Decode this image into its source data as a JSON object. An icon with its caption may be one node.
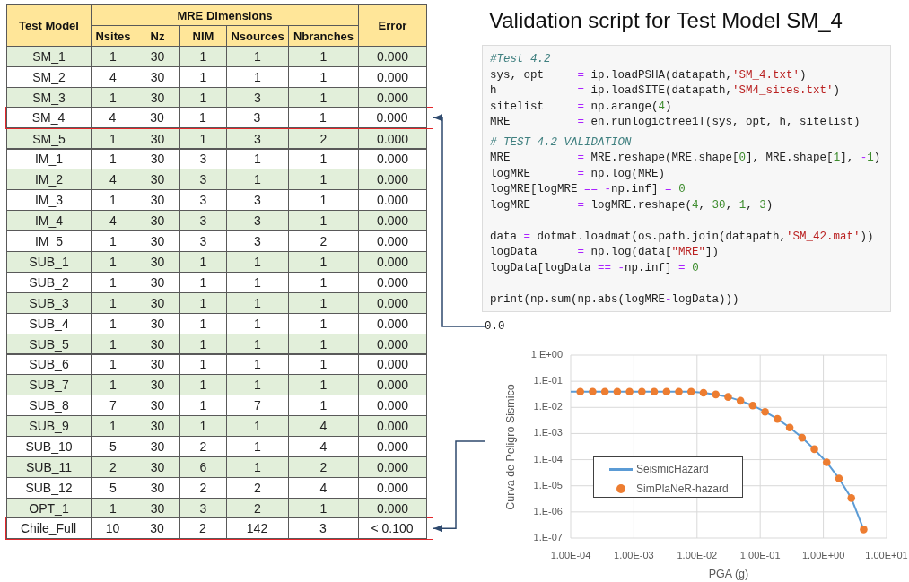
{
  "diagram": {
    "title": "Validation script for Test Model SM_4",
    "nodes": [
      {
        "text": [
          "SM_4",
          "4",
          "30",
          "1",
          "3",
          "1",
          "0.000"
        ]
      },
      {
        "text": [
          "Chile_Full",
          "10",
          "30",
          "2",
          "142",
          "3",
          "< 0.100"
        ]
      },
      {
        "text": [
          "#Test 4.2",
          "sys, opt     = ip.loadPSHA(datapath,'SM_4.txt')",
          "h            = ip.loadSITE(datapath,'SM4_sites.txt')",
          "sitelist     = np.arange(4)",
          "MRE          = en.runlogictree1T(sys, opt, h, sitelist)",
          "# TEST 4.2 VALIDATION",
          "MRE          = MRE.reshape(MRE.shape[0], MRE.shape[1], -1)",
          "logMRE       = np.log(MRE)",
          "logMRE[logMRE == -np.inf] = 0",
          "logMRE       = logMRE.reshape(4, 30, 1, 3)",
          "data = dotmat.loadmat(os.path.join(datapath,'SM_42.mat'))",
          "logData      = np.log(data[\"MRE\"])",
          "logData[logData == -np.inf] = 0",
          "print(np.sum(np.abs(logMRE-logData)))"
        ]
      },
      {
        "text": [
          "0.0"
        ]
      },
      {
        "text": [],
        "shape": "box"
      }
    ],
    "edges": [
      {
        "from": 3,
        "to": 0,
        "arrow": "to"
      },
      {
        "from": 4,
        "to": 1,
        "arrow": "to"
      }
    ],
    "labels": [
      "Test Model",
      "MRE Dimensions",
      "Nsites",
      "Nz",
      "NIM",
      "Nsources",
      "Nbranches",
      "Error",
      "SM_1",
      "1",
      "30",
      "1",
      "1",
      "1",
      "0.000",
      "SM_2",
      "4",
      "30",
      "1",
      "1",
      "1",
      "0.000",
      "SM_3",
      "1",
      "30",
      "1",
      "3",
      "1",
      "0.000",
      "SM_5",
      "1",
      "30",
      "1",
      "3",
      "2",
      "0.000",
      "IM_1",
      "1",
      "30",
      "3",
      "1",
      "1",
      "0.000",
      "IM_2",
      "4",
      "30",
      "3",
      "1",
      "1",
      "0.000",
      "IM_3",
      "1",
      "30",
      "3",
      "3",
      "1",
      "0.000",
      "IM_4",
      "4",
      "30",
      "3",
      "3",
      "1",
      "0.000",
      "IM_5",
      "1",
      "30",
      "3",
      "3",
      "2",
      "0.000",
      "SUB_1",
      "1",
      "30",
      "1",
      "1",
      "1",
      "0.000",
      "SUB_2",
      "1",
      "30",
      "1",
      "1",
      "1",
      "0.000",
      "SUB_3",
      "1",
      "30",
      "1",
      "1",
      "1",
      "0.000",
      "SUB_4",
      "1",
      "30",
      "1",
      "1",
      "1",
      "0.000",
      "SUB_5",
      "1",
      "30",
      "1",
      "1",
      "1",
      "0.000",
      "SUB_6",
      "1",
      "30",
      "1",
      "1",
      "1",
      "0.000",
      "SUB_7",
      "1",
      "30",
      "1",
      "1",
      "1",
      "0.000",
      "SUB_8",
      "7",
      "30",
      "1",
      "7",
      "1",
      "0.000",
      "SUB_9",
      "1",
      "30",
      "1",
      "1",
      "4",
      "0.000",
      "SUB_10",
      "5",
      "30",
      "2",
      "1",
      "4",
      "0.000",
      "SUB_11",
      "2",
      "30",
      "6",
      "1",
      "2",
      "0.000",
      "SUB_12",
      "5",
      "30",
      "2",
      "2",
      "4",
      "0.000",
      "OPT_1",
      "1",
      "30",
      "3",
      "2",
      "1",
      "0.000",
      "1.E+00",
      "1.E-01",
      "1.E-02",
      "1.E-03",
      "1.E-04",
      "1.E-05",
      "1.E-06",
      "1.E-07",
      "Curva de Peligro Sismico",
      "1.00E-04",
      "1.00E-03",
      "1.00E-02",
      "1.00E-01",
      "1.00E+00",
      "1.00E+01",
      "PGA (g)"
    ],
    "legend": [
      {
        "text": "SeismicHazard"
      },
      {
        "text": "SimPlaNeR-hazard"
      }
    ]
  }
}
